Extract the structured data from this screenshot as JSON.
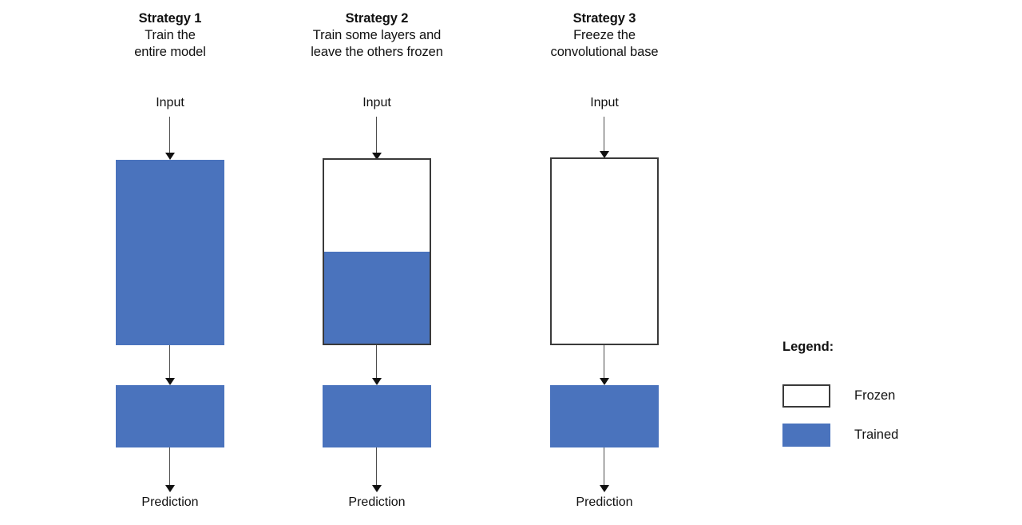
{
  "diagram": {
    "title_hidden": "",
    "background": "#ffffff",
    "trained_color": "#4a73bd",
    "frozen_color": "#ffffff",
    "border_color": "#3a3a3a",
    "arrow_color": "#111111"
  },
  "columns": [
    {
      "id": "strategy-1",
      "title": "Strategy 1",
      "subtitle": "Train the\nentire model",
      "input_label": "Input",
      "output_label": "Prediction",
      "base_block": {
        "kind": "trained",
        "trained_fraction": 1.0,
        "frozen_fraction": 0.0
      },
      "head_block": {
        "kind": "trained"
      }
    },
    {
      "id": "strategy-2",
      "title": "Strategy 2",
      "subtitle": "Train some layers and\nleave the others frozen",
      "input_label": "Input",
      "output_label": "Prediction",
      "base_block": {
        "kind": "split",
        "trained_fraction": 0.5,
        "frozen_fraction": 0.5
      },
      "head_block": {
        "kind": "trained"
      }
    },
    {
      "id": "strategy-3",
      "title": "Strategy 3",
      "subtitle": "Freeze the\nconvolutional base",
      "input_label": "Input",
      "output_label": "Prediction",
      "base_block": {
        "kind": "frozen",
        "trained_fraction": 0.0,
        "frozen_fraction": 1.0
      },
      "head_block": {
        "kind": "trained"
      }
    }
  ],
  "legend": {
    "title": "Legend:",
    "items": [
      {
        "label": "Frozen",
        "swatch": "frozen",
        "color": "#ffffff"
      },
      {
        "label": "Trained",
        "swatch": "trained",
        "color": "#4a73bd"
      }
    ]
  }
}
